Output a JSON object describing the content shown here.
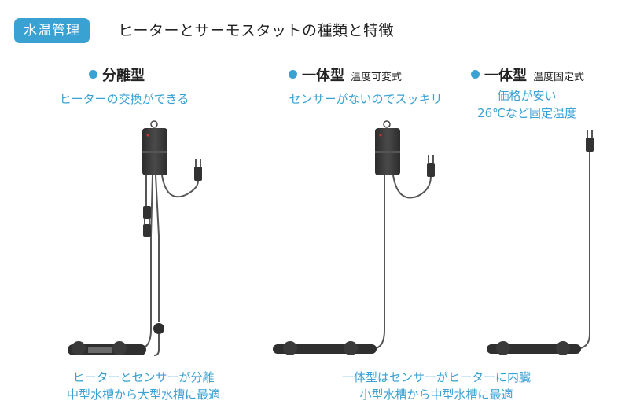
{
  "header": {
    "badge": "水温管理",
    "title": "ヒーターとサーモスタットの種類と特徴"
  },
  "columns": [
    {
      "name": "分離型",
      "sub": "",
      "caption": [
        "ヒーターの交換ができる"
      ]
    },
    {
      "name": "一体型",
      "sub": "温度可変式",
      "caption": [
        "センサーがないのでスッキリ"
      ]
    },
    {
      "name": "一体型",
      "sub": "温度固定式",
      "caption": [
        "価格が安い",
        "26℃など固定温度"
      ]
    }
  ],
  "footer": {
    "left": [
      "ヒーターとセンサーが分離",
      "中型水槽から大型水槽に最適"
    ],
    "right": [
      "一体型はセンサーがヒーターに内臓",
      "小型水槽から中型水槽に最適"
    ]
  },
  "colors": {
    "accent": "#3aa1d3",
    "device": "#3a3a3a",
    "cable": "#555555"
  }
}
